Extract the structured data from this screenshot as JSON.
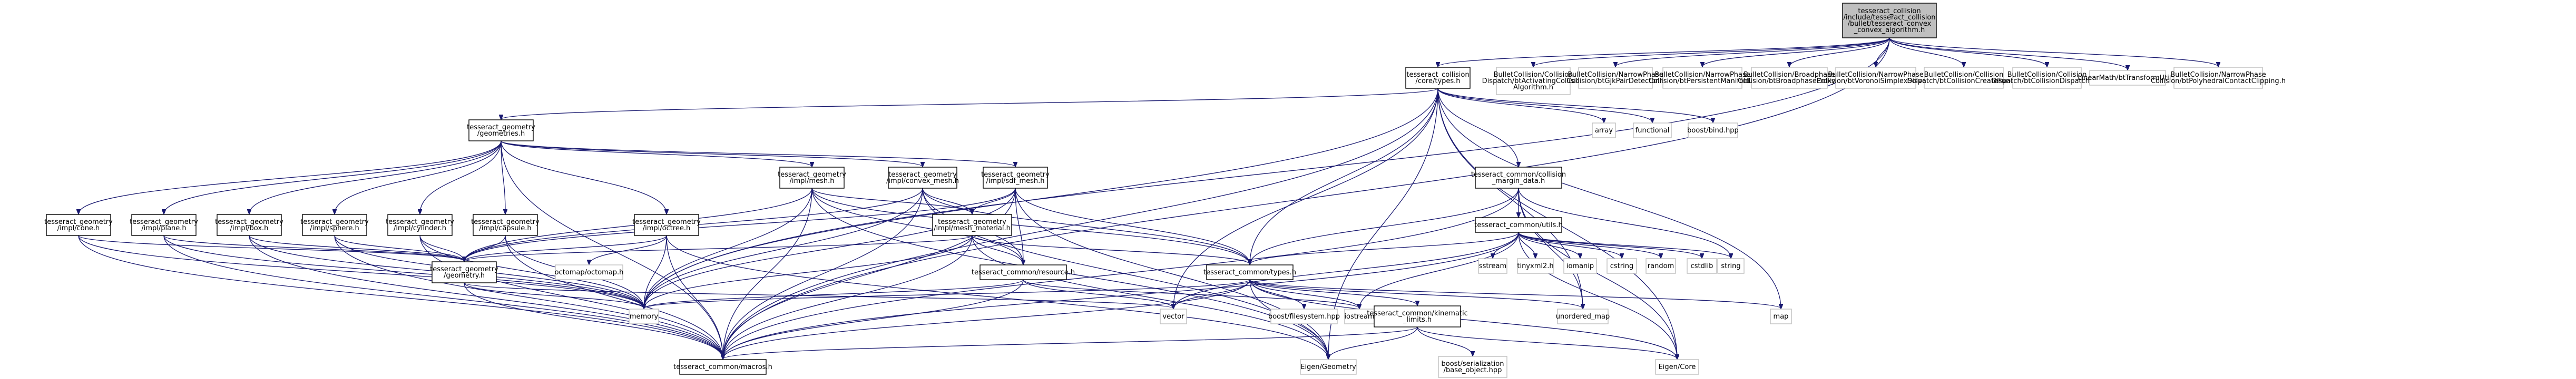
{
  "colors": {
    "edge": "#191970",
    "root_fill": "#bfbfbf",
    "node_fill": "#ffffff",
    "node_border": "#000000",
    "external_border": "#bfbfbf"
  },
  "nodes": [
    {
      "id": "root",
      "lines": [
        "tesseract_collision",
        "/include/tesseract_collision",
        "/bullet/tesseract_convex",
        "_convex_algorithm.h"
      ],
      "kind": "root"
    },
    {
      "id": "types",
      "lines": [
        "tesseract_collision",
        "/core/types.h"
      ],
      "kind": "linked"
    },
    {
      "id": "b1",
      "lines": [
        "BulletCollision/Collision",
        "Dispatch/btActivatingCollision",
        "Algorithm.h"
      ],
      "kind": "plain"
    },
    {
      "id": "b2",
      "lines": [
        "BulletCollision/NarrowPhase",
        "Collision/btGjkPairDetector.h"
      ],
      "kind": "plain"
    },
    {
      "id": "b3",
      "lines": [
        "BulletCollision/NarrowPhase",
        "Collision/btPersistentManifold.h"
      ],
      "kind": "plain"
    },
    {
      "id": "b4",
      "lines": [
        "BulletCollision/Broadphase",
        "Collision/btBroadphaseProxy.h"
      ],
      "kind": "plain"
    },
    {
      "id": "b5",
      "lines": [
        "BulletCollision/NarrowPhase",
        "Collision/btVoronoiSimplexSolver.h"
      ],
      "kind": "plain"
    },
    {
      "id": "b6",
      "lines": [
        "BulletCollision/Collision",
        "Dispatch/btCollisionCreateFunc.h"
      ],
      "kind": "plain"
    },
    {
      "id": "b7",
      "lines": [
        "BulletCollision/Collision",
        "Dispatch/btCollisionDispatcher.h"
      ],
      "kind": "plain"
    },
    {
      "id": "b8",
      "lines": [
        "LinearMath/btTransformUtil.h"
      ],
      "kind": "plain"
    },
    {
      "id": "b9",
      "lines": [
        "BulletCollision/NarrowPhase",
        "Collision/btPolyhedralContactClipping.h"
      ],
      "kind": "plain"
    },
    {
      "id": "geometries",
      "lines": [
        "tesseract_geometry",
        "/geometries.h"
      ],
      "kind": "linked"
    },
    {
      "id": "array",
      "lines": [
        "array"
      ],
      "kind": "plain"
    },
    {
      "id": "functional",
      "lines": [
        "functional"
      ],
      "kind": "plain"
    },
    {
      "id": "bind",
      "lines": [
        "boost/bind.hpp"
      ],
      "kind": "plain"
    },
    {
      "id": "marg",
      "lines": [
        "tesseract_common/collision",
        "_margin_data.h"
      ],
      "kind": "linked"
    },
    {
      "id": "mesh",
      "lines": [
        "tesseract_geometry",
        "/impl/mesh.h"
      ],
      "kind": "linked"
    },
    {
      "id": "convex",
      "lines": [
        "tesseract_geometry",
        "/impl/convex_mesh.h"
      ],
      "kind": "linked"
    },
    {
      "id": "sdf",
      "lines": [
        "tesseract_geometry",
        "/impl/sdf_mesh.h"
      ],
      "kind": "linked"
    },
    {
      "id": "cone",
      "lines": [
        "tesseract_geometry",
        "/impl/cone.h"
      ],
      "kind": "linked"
    },
    {
      "id": "plane",
      "lines": [
        "tesseract_geometry",
        "/impl/plane.h"
      ],
      "kind": "linked"
    },
    {
      "id": "box",
      "lines": [
        "tesseract_geometry",
        "/impl/box.h"
      ],
      "kind": "linked"
    },
    {
      "id": "sphere",
      "lines": [
        "tesseract_geometry",
        "/impl/sphere.h"
      ],
      "kind": "linked"
    },
    {
      "id": "cylinder",
      "lines": [
        "tesseract_geometry",
        "/impl/cylinder.h"
      ],
      "kind": "linked"
    },
    {
      "id": "capsule",
      "lines": [
        "tesseract_geometry",
        "/impl/capsule.h"
      ],
      "kind": "linked"
    },
    {
      "id": "octree",
      "lines": [
        "tesseract_geometry",
        "/impl/octree.h"
      ],
      "kind": "linked"
    },
    {
      "id": "meshmat",
      "lines": [
        "tesseract_geometry",
        "/impl/mesh_material.h"
      ],
      "kind": "linked"
    },
    {
      "id": "utils",
      "lines": [
        "tesseract_common/utils.h"
      ],
      "kind": "linked"
    },
    {
      "id": "sstream",
      "lines": [
        "sstream"
      ],
      "kind": "plain"
    },
    {
      "id": "tinyxml",
      "lines": [
        "tinyxml2.h"
      ],
      "kind": "plain"
    },
    {
      "id": "iomanip",
      "lines": [
        "iomanip"
      ],
      "kind": "plain"
    },
    {
      "id": "cstring",
      "lines": [
        "cstring"
      ],
      "kind": "plain"
    },
    {
      "id": "random",
      "lines": [
        "random"
      ],
      "kind": "plain"
    },
    {
      "id": "cstdlib",
      "lines": [
        "cstdlib"
      ],
      "kind": "plain"
    },
    {
      "id": "string",
      "lines": [
        "string"
      ],
      "kind": "plain"
    },
    {
      "id": "geometry",
      "lines": [
        "tesseract_geometry",
        "/geometry.h"
      ],
      "kind": "linked"
    },
    {
      "id": "octomap",
      "lines": [
        "octomap/octomap.h"
      ],
      "kind": "plain"
    },
    {
      "id": "resource",
      "lines": [
        "tesseract_common/resource.h"
      ],
      "kind": "linked"
    },
    {
      "id": "ctypes",
      "lines": [
        "tesseract_common/types.h"
      ],
      "kind": "linked"
    },
    {
      "id": "memory",
      "lines": [
        "memory"
      ],
      "kind": "plain"
    },
    {
      "id": "vector",
      "lines": [
        "vector"
      ],
      "kind": "plain"
    },
    {
      "id": "fs",
      "lines": [
        "boost/filesystem.hpp"
      ],
      "kind": "plain"
    },
    {
      "id": "iostream",
      "lines": [
        "iostream"
      ],
      "kind": "plain"
    },
    {
      "id": "kin",
      "lines": [
        "tesseract_common/kinematic",
        "_limits.h"
      ],
      "kind": "linked"
    },
    {
      "id": "umap",
      "lines": [
        "unordered_map"
      ],
      "kind": "plain"
    },
    {
      "id": "map",
      "lines": [
        "map"
      ],
      "kind": "plain"
    },
    {
      "id": "macros",
      "lines": [
        "tesseract_common/macros.h"
      ],
      "kind": "linked"
    },
    {
      "id": "eigengeo",
      "lines": [
        "Eigen/Geometry"
      ],
      "kind": "plain"
    },
    {
      "id": "ser",
      "lines": [
        "boost/serialization",
        "/base_object.hpp"
      ],
      "kind": "plain"
    },
    {
      "id": "eigencore",
      "lines": [
        "Eigen/Core"
      ],
      "kind": "plain"
    }
  ],
  "edges": [
    [
      "root",
      "types"
    ],
    [
      "root",
      "b1"
    ],
    [
      "root",
      "b2"
    ],
    [
      "root",
      "b3"
    ],
    [
      "root",
      "b4"
    ],
    [
      "root",
      "b5"
    ],
    [
      "root",
      "b6"
    ],
    [
      "root",
      "b7"
    ],
    [
      "root",
      "b8"
    ],
    [
      "root",
      "b9"
    ],
    [
      "root",
      "macros"
    ],
    [
      "root",
      "memory"
    ],
    [
      "types",
      "geometries"
    ],
    [
      "types",
      "array"
    ],
    [
      "types",
      "functional"
    ],
    [
      "types",
      "bind"
    ],
    [
      "types",
      "marg"
    ],
    [
      "types",
      "ctypes"
    ],
    [
      "types",
      "umap"
    ],
    [
      "types",
      "map"
    ],
    [
      "types",
      "eigencore"
    ],
    [
      "types",
      "vector"
    ],
    [
      "types",
      "macros"
    ],
    [
      "types",
      "memory"
    ],
    [
      "types",
      "eigengeo"
    ],
    [
      "geometries",
      "mesh"
    ],
    [
      "geometries",
      "convex"
    ],
    [
      "geometries",
      "sdf"
    ],
    [
      "geometries",
      "cone"
    ],
    [
      "geometries",
      "plane"
    ],
    [
      "geometries",
      "box"
    ],
    [
      "geometries",
      "sphere"
    ],
    [
      "geometries",
      "cylinder"
    ],
    [
      "geometries",
      "capsule"
    ],
    [
      "geometries",
      "octree"
    ],
    [
      "geometries",
      "macros"
    ],
    [
      "marg",
      "utils"
    ],
    [
      "marg",
      "ctypes"
    ],
    [
      "marg",
      "umap"
    ],
    [
      "marg",
      "string"
    ],
    [
      "marg",
      "macros"
    ],
    [
      "marg",
      "eigencore"
    ],
    [
      "mesh",
      "meshmat"
    ],
    [
      "mesh",
      "geometry"
    ],
    [
      "mesh",
      "resource"
    ],
    [
      "mesh",
      "ctypes"
    ],
    [
      "mesh",
      "memory"
    ],
    [
      "mesh",
      "macros"
    ],
    [
      "mesh",
      "eigengeo"
    ],
    [
      "convex",
      "meshmat"
    ],
    [
      "convex",
      "geometry"
    ],
    [
      "convex",
      "resource"
    ],
    [
      "convex",
      "ctypes"
    ],
    [
      "convex",
      "memory"
    ],
    [
      "convex",
      "macros"
    ],
    [
      "convex",
      "eigengeo"
    ],
    [
      "sdf",
      "meshmat"
    ],
    [
      "sdf",
      "geometry"
    ],
    [
      "sdf",
      "resource"
    ],
    [
      "sdf",
      "ctypes"
    ],
    [
      "sdf",
      "memory"
    ],
    [
      "sdf",
      "macros"
    ],
    [
      "sdf",
      "eigengeo"
    ],
    [
      "cone",
      "geometry"
    ],
    [
      "cone",
      "macros"
    ],
    [
      "cone",
      "memory"
    ],
    [
      "plane",
      "geometry"
    ],
    [
      "plane",
      "macros"
    ],
    [
      "plane",
      "memory"
    ],
    [
      "box",
      "geometry"
    ],
    [
      "box",
      "macros"
    ],
    [
      "box",
      "memory"
    ],
    [
      "sphere",
      "geometry"
    ],
    [
      "sphere",
      "macros"
    ],
    [
      "sphere",
      "memory"
    ],
    [
      "cylinder",
      "geometry"
    ],
    [
      "cylinder",
      "macros"
    ],
    [
      "cylinder",
      "memory"
    ],
    [
      "capsule",
      "geometry"
    ],
    [
      "capsule",
      "macros"
    ],
    [
      "capsule",
      "memory"
    ],
    [
      "octree",
      "geometry"
    ],
    [
      "octree",
      "octomap"
    ],
    [
      "octree",
      "memory"
    ],
    [
      "octree",
      "macros"
    ],
    [
      "octree",
      "eigengeo"
    ],
    [
      "meshmat",
      "geometry"
    ],
    [
      "meshmat",
      "resource"
    ],
    [
      "meshmat",
      "ctypes"
    ],
    [
      "meshmat",
      "memory"
    ],
    [
      "meshmat",
      "macros"
    ],
    [
      "meshmat",
      "eigengeo"
    ],
    [
      "utils",
      "sstream"
    ],
    [
      "utils",
      "tinyxml"
    ],
    [
      "utils",
      "iomanip"
    ],
    [
      "utils",
      "cstring"
    ],
    [
      "utils",
      "random"
    ],
    [
      "utils",
      "cstdlib"
    ],
    [
      "utils",
      "string"
    ],
    [
      "utils",
      "vector"
    ],
    [
      "utils",
      "iostream"
    ],
    [
      "utils",
      "ctypes"
    ],
    [
      "utils",
      "eigencore"
    ],
    [
      "utils",
      "macros"
    ],
    [
      "geometry",
      "memory"
    ],
    [
      "geometry",
      "vector"
    ],
    [
      "geometry",
      "macros"
    ],
    [
      "resource",
      "memory"
    ],
    [
      "resource",
      "vector"
    ],
    [
      "resource",
      "iostream"
    ],
    [
      "resource",
      "macros"
    ],
    [
      "ctypes",
      "vector"
    ],
    [
      "ctypes",
      "memory"
    ],
    [
      "ctypes",
      "fs"
    ],
    [
      "ctypes",
      "eigengeo"
    ],
    [
      "ctypes",
      "kin"
    ],
    [
      "ctypes",
      "umap"
    ],
    [
      "ctypes",
      "map"
    ],
    [
      "ctypes",
      "eigencore"
    ],
    [
      "ctypes",
      "macros"
    ],
    [
      "ctypes",
      "iostream"
    ],
    [
      "kin",
      "eigengeo"
    ],
    [
      "kin",
      "ser"
    ],
    [
      "kin",
      "eigencore"
    ],
    [
      "kin",
      "macros"
    ]
  ]
}
